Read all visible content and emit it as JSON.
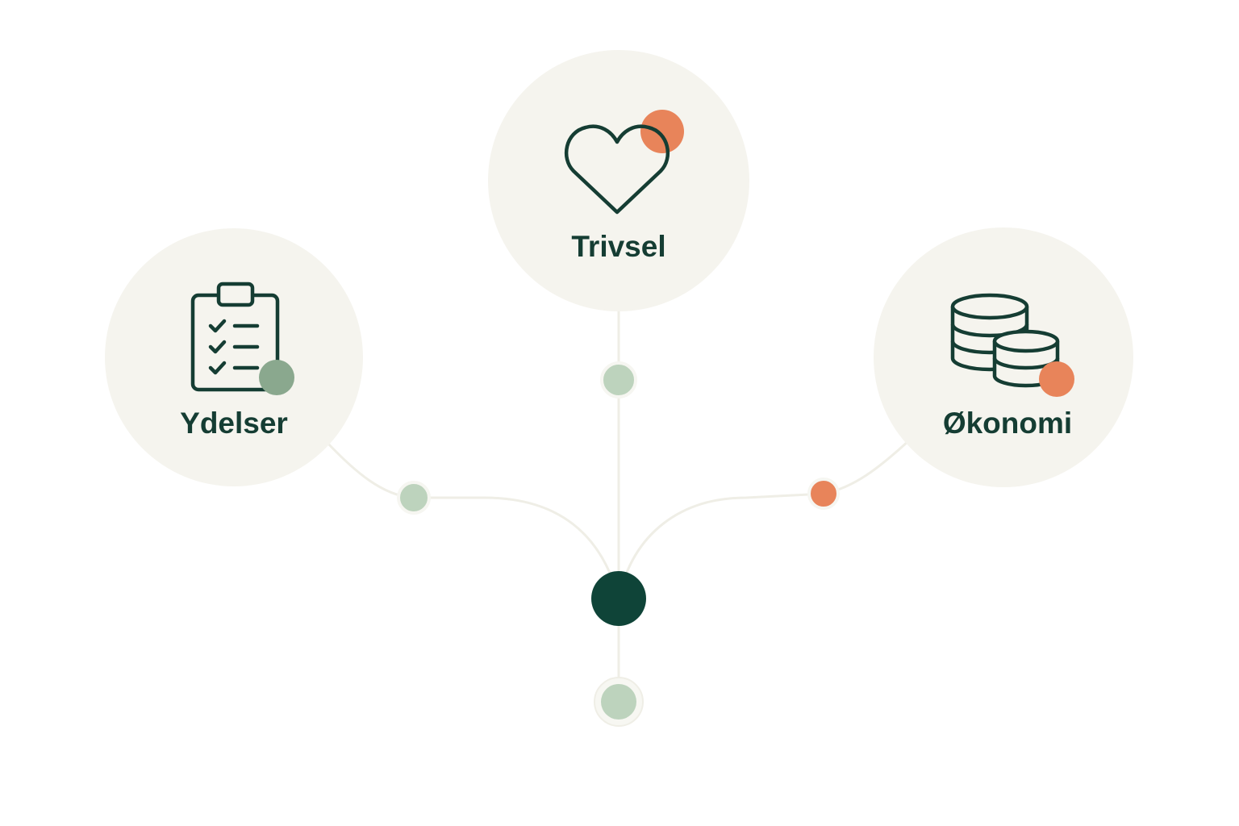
{
  "colors": {
    "node_fill": "#f5f4ee",
    "connector": "#efeee6",
    "ink": "#153d33",
    "accent_orange": "#e8845a",
    "sage": "#bdd3bd",
    "sage_dark": "#8aa88e",
    "hub": "#0f4438"
  },
  "nodes": [
    {
      "id": "trivsel",
      "label": "Trivsel",
      "icon": "heart-icon",
      "badge": "orange"
    },
    {
      "id": "ydelser",
      "label": "Ydelser",
      "icon": "clipboard-checklist-icon",
      "badge": "sage-dark"
    },
    {
      "id": "okonomi",
      "label": "Økonomi",
      "icon": "coins-stack-icon",
      "badge": "orange"
    }
  ],
  "junctions": [
    {
      "branch": "trivsel",
      "color": "sage"
    },
    {
      "branch": "ydelser",
      "color": "sage"
    },
    {
      "branch": "okonomi",
      "color": "orange"
    },
    {
      "branch": "hub-below",
      "color": "sage"
    }
  ]
}
